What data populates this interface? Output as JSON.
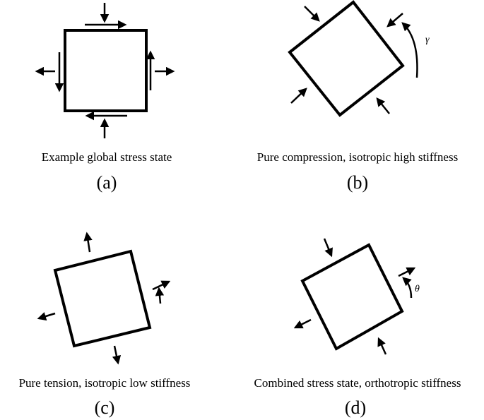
{
  "panels": [
    {
      "id": "a",
      "caption": "Example global stress state",
      "label": "(a)"
    },
    {
      "id": "b",
      "caption": "Pure compression, isotropic high stiffness",
      "label": "(b)",
      "rotation_symbol": "γ"
    },
    {
      "id": "c",
      "caption": "Pure tension, isotropic low stiffness",
      "label": "(c)"
    },
    {
      "id": "d",
      "caption": "Combined stress state, orthotropic stiffness",
      "label": "(d)",
      "rotation_symbol": "θ"
    }
  ],
  "colors": {
    "stroke": "#000000",
    "background": "#ffffff"
  }
}
